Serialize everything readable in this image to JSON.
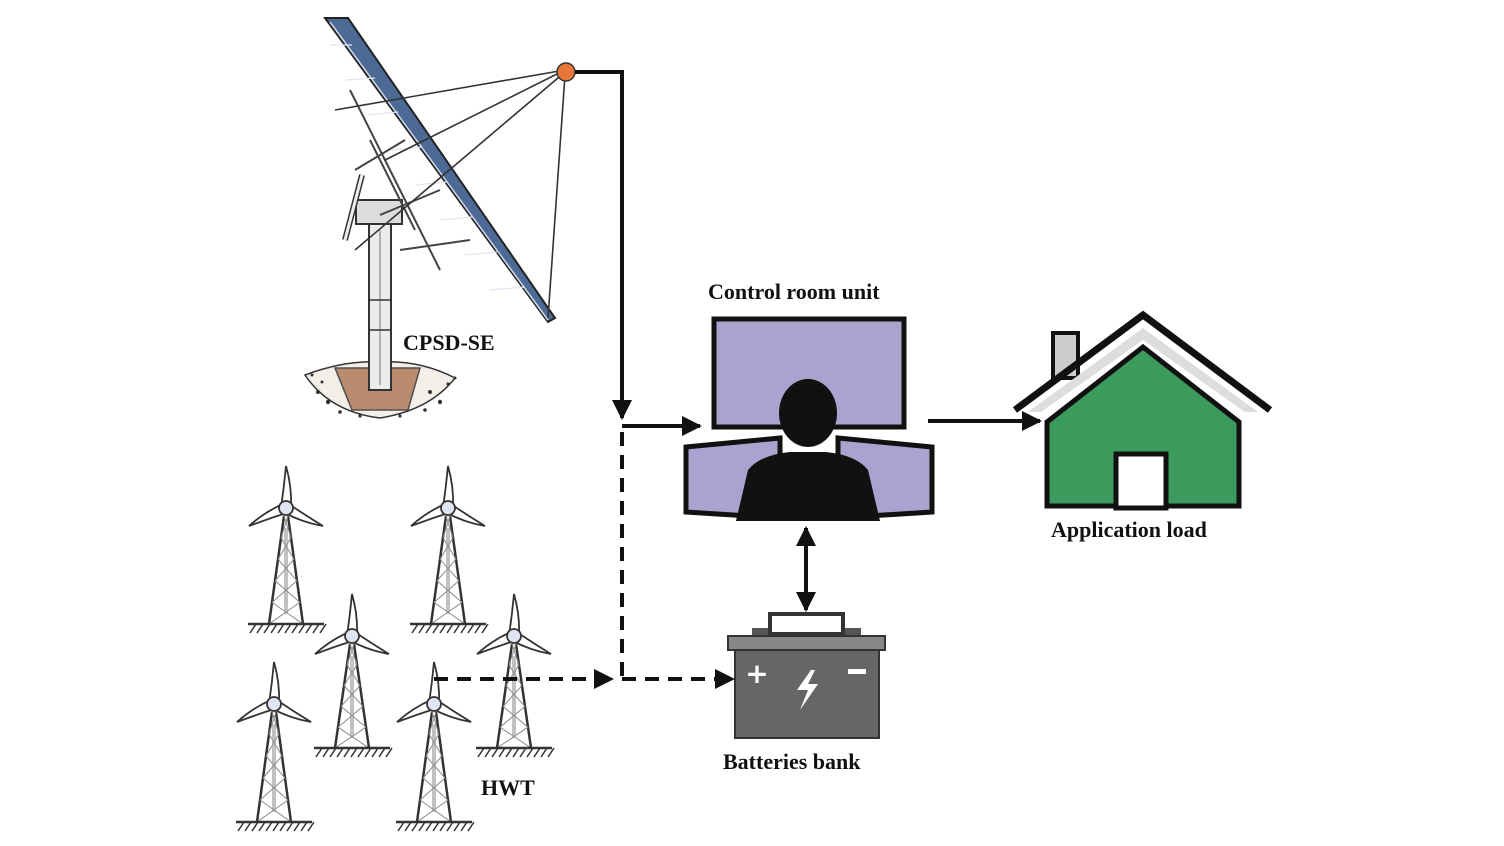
{
  "labels": {
    "cpsd_se": "CPSD-SE",
    "control_room": "Control room unit",
    "application_load": "Application load",
    "batteries_bank": "Batteries bank",
    "hwt": "HWT"
  },
  "colors": {
    "line": "#111111",
    "panel": "#4d6a96",
    "monitor": "#aaa3cf",
    "house": "#3a9b5c",
    "battery": "#666666",
    "receiver": "#e8763a",
    "soil": "#b07a5a"
  },
  "icons": {
    "dish": "solar-dish-icon",
    "turbine": "wind-turbine-icon",
    "operator": "operator-silhouette-icon",
    "house": "house-icon",
    "battery": "battery-icon"
  }
}
